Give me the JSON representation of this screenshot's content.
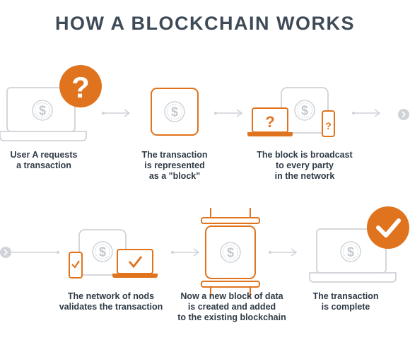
{
  "title": "HOW A BLOCKCHAIN WORKS",
  "colors": {
    "accent": "#e0731d",
    "outline": "#cfd3d8",
    "title": "#3e4a57",
    "caption": "#2f3a46"
  },
  "icons": [
    "laptop-icon",
    "question-badge-icon",
    "dollar-coin-icon",
    "block-icon",
    "phone-icon",
    "arrow-icon",
    "chevron-right-icon",
    "checkmark-badge-icon",
    "blockchain-icon"
  ],
  "steps": [
    {
      "lines": [
        "User A requests",
        "a transaction"
      ]
    },
    {
      "lines": [
        "The transaction",
        "is represented",
        "as a \"block\""
      ]
    },
    {
      "lines": [
        "The block is broadcast",
        "to every party",
        "in the network"
      ]
    },
    {
      "lines": [
        "The network of nods",
        "validates the transaction"
      ]
    },
    {
      "lines": [
        "Now a new block of data",
        "is created and added",
        "to the existing blockchain"
      ]
    },
    {
      "lines": [
        "The transaction",
        "is complete"
      ]
    }
  ],
  "badges": {
    "question": "?",
    "dollar": "$"
  }
}
